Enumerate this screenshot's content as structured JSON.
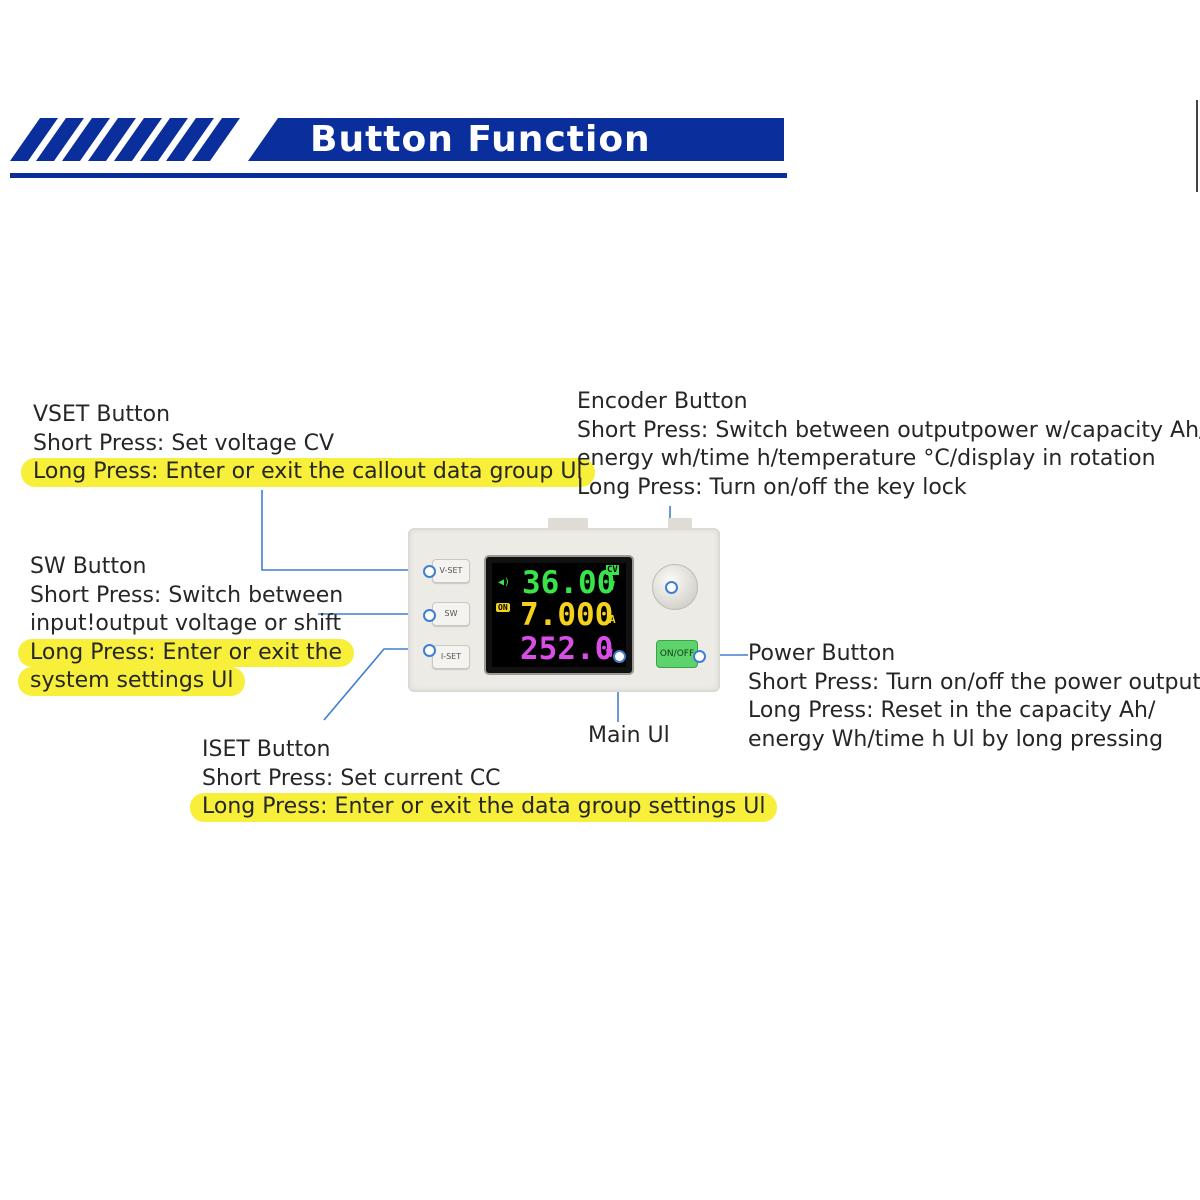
{
  "header": {
    "title": "Button Function",
    "colors": {
      "banner": "#0a2e9c",
      "stripe": "#0a2e9c",
      "highlight": "#f7ef3a",
      "leader": "#3f7fd1"
    }
  },
  "callouts": {
    "vset": {
      "title": "VSET Button",
      "short": "Short Press: Set voltage CV",
      "long": "Long Press: Enter or exit the callout data group Ul"
    },
    "sw": {
      "title": "SW Button",
      "short_1": "Short Press: Switch between",
      "short_2": "input!output voltage or shift",
      "long_1": "Long Press: Enter or exit the",
      "long_2": "system settings Ul"
    },
    "iset": {
      "title": "ISET Button",
      "short": "Short Press: Set current CC",
      "long": "Long Press: Enter or exit the data group settings Ul"
    },
    "encoder": {
      "title": "Encoder Button",
      "short_1": "Short Press: Switch between outputpower w/capacity Ah/",
      "short_2": "energy wh/time h/temperature °C/display in rotation",
      "long": "Long Press: Turn on/off the key lock"
    },
    "power": {
      "title": "Power Button",
      "short": "Short Press: Turn on/off the power output",
      "long_1": "Long Press: Reset in the capacity Ah/",
      "long_2": "energy Wh/time h Ul by long pressing"
    },
    "main": {
      "label": "Main Ul"
    }
  },
  "device": {
    "buttons": {
      "vset": "V-SET",
      "sw": "SW",
      "iset": "I-SET",
      "onoff": "ON/OFF"
    },
    "display": {
      "voltage": "36.00",
      "voltage_unit": "V",
      "mode": "CV",
      "current": "7.000",
      "current_unit": "A",
      "status": "ON",
      "power": "252.0",
      "power_unit": "W",
      "colors": {
        "voltage": "#39e44a",
        "current": "#f2d21c",
        "power": "#d84ee6"
      }
    }
  }
}
